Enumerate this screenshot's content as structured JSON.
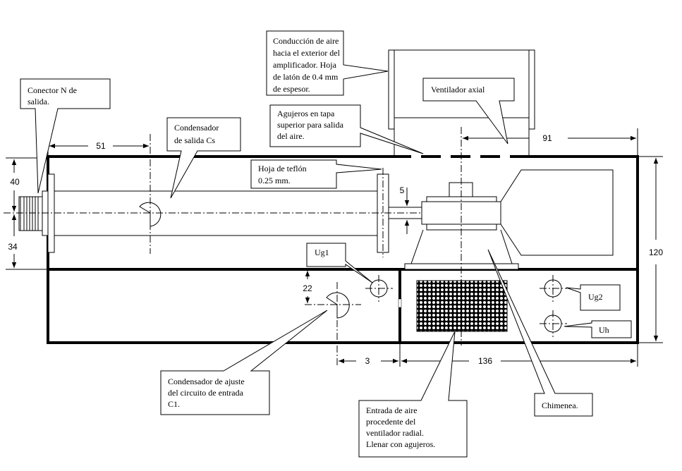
{
  "diagram": {
    "title": "Amplifier enclosure layout (mm)",
    "callouts": {
      "air_duct": [
        "Conducción de aire",
        "hacia el exterior del",
        "amplificador. Hoja",
        "de latón de 0.4 mm",
        "de espesor."
      ],
      "connector": [
        "Conector N de",
        "salida."
      ],
      "axial_fan": [
        "Ventilador axial"
      ],
      "top_holes": [
        "Agujeros en tapa",
        "superior para salida",
        "del aire."
      ],
      "output_cap": [
        "Condensador",
        "de salida Cs"
      ],
      "teflon": [
        "Hoja de teflón",
        "0.25 mm."
      ],
      "ug1": [
        "Ug1"
      ],
      "ug2": [
        "Ug2"
      ],
      "uh": [
        "Uh"
      ],
      "input_cap": [
        "Condensador de ajuste",
        "del circuito de entrada",
        "C1."
      ],
      "air_inlet": [
        "Entrada de aire",
        "procedente del",
        "ventilador  radial.",
        "Llenar con agujeros."
      ],
      "chimney": [
        "Chimenea."
      ]
    },
    "dimensions": {
      "d51": "51",
      "d91": "91",
      "d40": "40",
      "d34": "34",
      "d5": "5",
      "d120": "120",
      "d22": "22",
      "d3": "3",
      "d136": "136"
    }
  }
}
